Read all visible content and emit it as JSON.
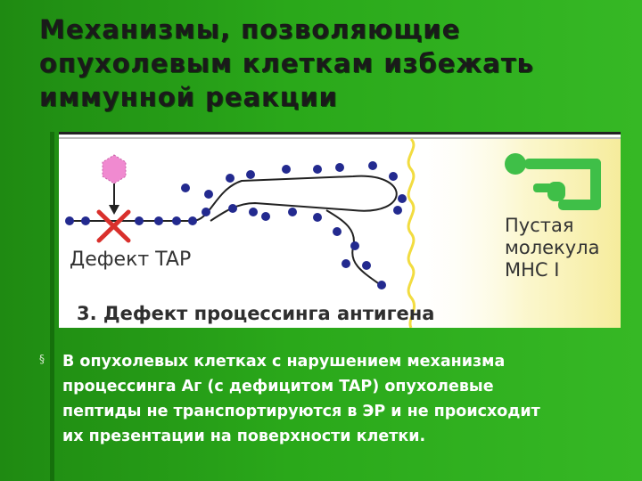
{
  "slide": {
    "title_lines": [
      "Механизмы, позволяющие",
      "опухолевым клеткам избежать",
      "иммунной реакции"
    ],
    "figure": {
      "tap_defect_label": "Дефект TAP",
      "mhc_label_lines": [
        "Пустая",
        "молекула",
        "MHC I"
      ],
      "caption": "3. Дефект процессинга антигена"
    },
    "bullet": {
      "icon": "square-bullet-icon",
      "text_lines": [
        "В опухолевых клетках с нарушением механизма",
        "процессинга Аг (с дефицитом TAP) опухолевые",
        "пептиды не транспортируются в ЭР и не происходит",
        "их презентации на поверхности клетки."
      ]
    },
    "colors": {
      "background": "#2aa81a",
      "title_text": "#1a1a1a",
      "body_text": "#ffffff",
      "peptide_dot": "#232a8f",
      "defect_cross": "#d9302c",
      "mhc_molecule": "#3fbf48",
      "antigen_hexagon": "#f08ad0"
    }
  }
}
